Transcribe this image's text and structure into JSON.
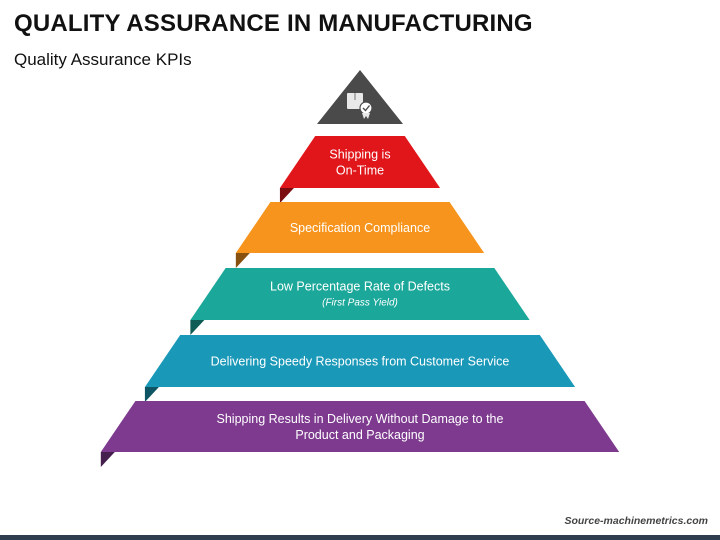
{
  "header": {
    "title": "QUALITY ASSURANCE IN MANUFACTURING",
    "subtitle": "Quality Assurance KPIs"
  },
  "pyramid": {
    "apex": {
      "icon": "certified-package-icon",
      "color": "#4a4a4a"
    },
    "tiers": [
      {
        "lines": [
          "Shipping is",
          "On-Time"
        ],
        "note": "",
        "color": "#e0161b"
      },
      {
        "lines": [
          "Specification Compliance"
        ],
        "note": "",
        "color": "#f7941d"
      },
      {
        "lines": [
          "Low Percentage Rate of Defects"
        ],
        "note": "(First Pass Yield)",
        "color": "#1ba89a"
      },
      {
        "lines": [
          "Delivering Speedy Responses from Customer Service"
        ],
        "note": "",
        "color": "#1a98b8"
      },
      {
        "lines": [
          "Shipping Results in Delivery Without Damage to the",
          "Product and Packaging"
        ],
        "note": "",
        "color": "#7d3a8f"
      }
    ]
  },
  "footer": {
    "source": "Source-machinemetrics.com"
  }
}
